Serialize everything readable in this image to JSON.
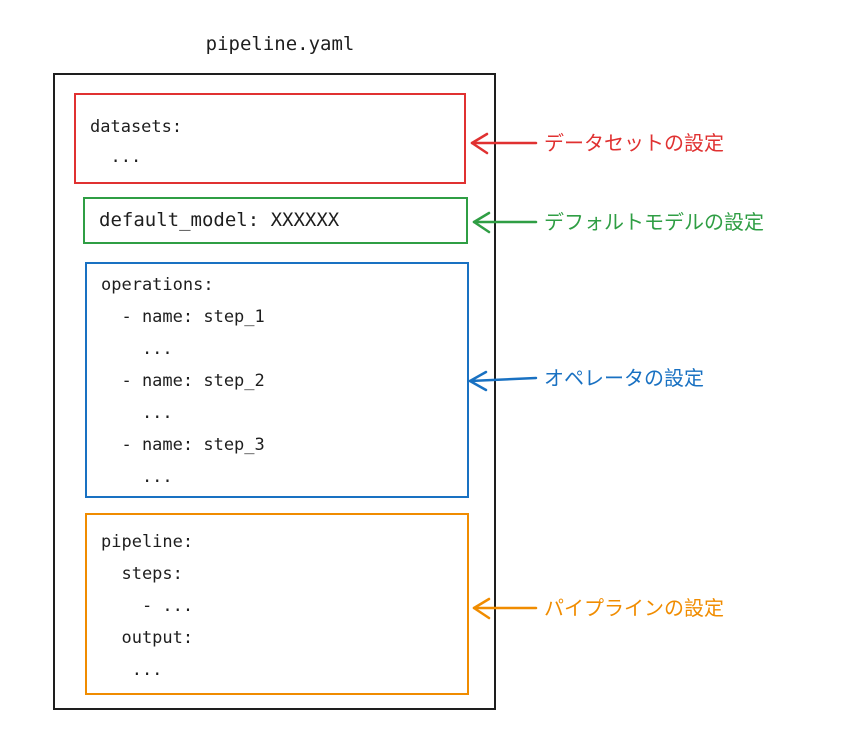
{
  "file": {
    "name": "pipeline.yaml"
  },
  "sections": {
    "datasets": {
      "color": "#e03131",
      "lines": [
        "datasets:",
        "  ..."
      ],
      "label": "データセットの設定"
    },
    "default_model": {
      "color": "#2f9e44",
      "lines": [
        "default_model: XXXXXX"
      ],
      "label": "デフォルトモデルの設定"
    },
    "operations": {
      "color": "#1971c2",
      "lines": [
        "operations:",
        "  - name: step_1",
        "    ...",
        "  - name: step_2",
        "    ...",
        "  - name: step_3",
        "    ..."
      ],
      "label": "オペレータの設定"
    },
    "pipeline": {
      "color": "#f08c00",
      "lines": [
        "pipeline:",
        "  steps:",
        "    - ...",
        "  output:",
        "   ..."
      ],
      "label": "パイプラインの設定"
    }
  }
}
